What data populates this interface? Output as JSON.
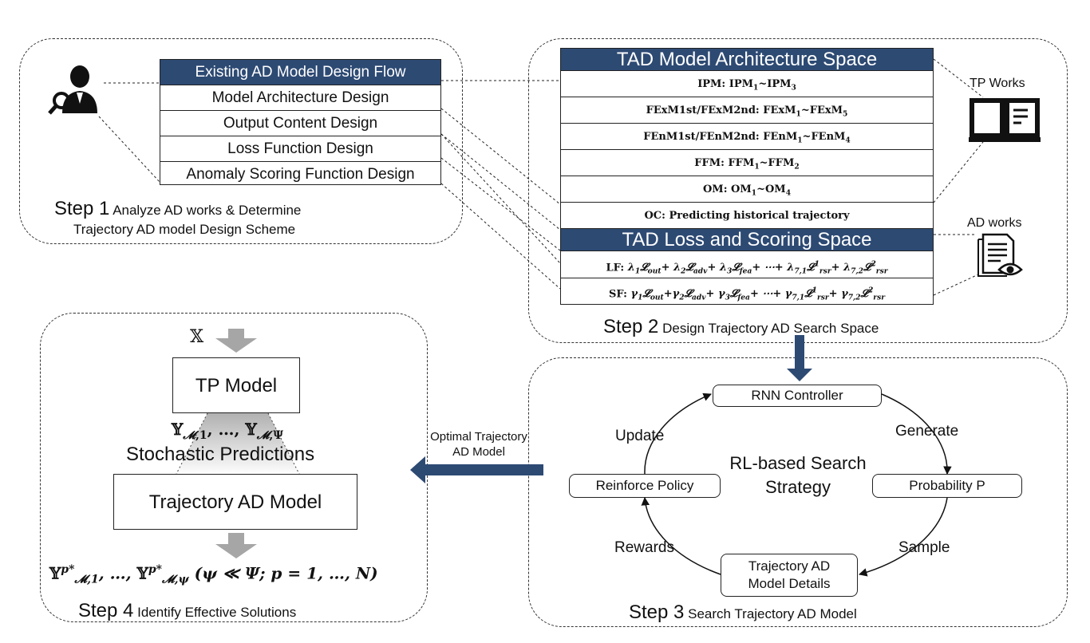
{
  "step1": {
    "title_num": "Step 1",
    "title_line1": "Analyze AD works & Determine",
    "title_line2": "Trajectory AD model Design Scheme",
    "flow": {
      "header": "Existing AD Model Design Flow",
      "rows": [
        "Model Architecture Design",
        "Output Content Design",
        "Loss Function Design",
        "Anomaly Scoring Function Design"
      ]
    }
  },
  "step2": {
    "title_num": "Step 2",
    "title_text": "Design Trajectory AD Search Space",
    "arch_header": "TAD Model Architecture Space",
    "arch_rows": {
      "ipm": {
        "pre": "IPM: IPM",
        "s1": "1",
        "mid": "~IPM",
        "s2": "3"
      },
      "fexm": {
        "pre": "FExM1st/FExM2nd: FExM",
        "s1": "1",
        "mid": "~FExM",
        "s2": "5"
      },
      "fenm": {
        "pre": "FEnM1st/FEnM2nd: FEnM",
        "s1": "1",
        "mid": "~FEnM",
        "s2": "4"
      },
      "ffm": {
        "pre": "FFM: FFM",
        "s1": "1",
        "mid": "~FFM",
        "s2": "2"
      },
      "om": {
        "pre": "OM: OM",
        "s1": "1",
        "mid": "~OM",
        "s2": "4"
      },
      "oc": "OC: Predicting historical trajectory"
    },
    "loss_header": "TAD Loss and Scoring Space",
    "lf_prefix": "LF:",
    "sf_prefix": "SF:",
    "tp_works": "TP Works",
    "ad_works": "AD works"
  },
  "step3": {
    "title_num": "Step 3",
    "title_text": "Search Trajectory AD Model",
    "rnn": "RNN Controller",
    "prob": "Probability P",
    "details_line1": "Trajectory AD",
    "details_line2": "Model Details",
    "reinforce": "Reinforce Policy",
    "center_line1": "RL-based Search",
    "center_line2": "Strategy",
    "generate": "Generate",
    "sample": "Sample",
    "rewards": "Rewards",
    "update": "Update"
  },
  "arrow_label": {
    "line1": "Optimal Trajectory",
    "line2": "AD Model"
  },
  "step4": {
    "title_num": "Step 4",
    "title_text": "Identify Effective Solutions",
    "input": "𝕏",
    "tp_model": "TP Model",
    "stochastic": "Stochastic Predictions",
    "ad_model": "Trajectory AD Model"
  },
  "colors": {
    "header_blue": "#2d4a73",
    "arrow_gray": "#a6a6a6"
  }
}
